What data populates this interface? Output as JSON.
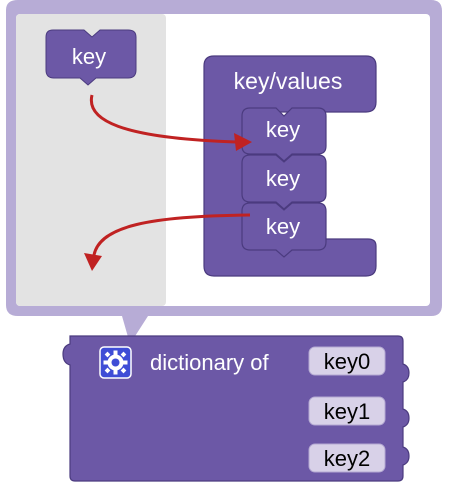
{
  "mutator": {
    "palette": {
      "key_block_label": "key"
    },
    "container": {
      "title": "key/values",
      "items": [
        {
          "label": "key"
        },
        {
          "label": "key"
        },
        {
          "label": "key"
        }
      ]
    }
  },
  "dictionary_block": {
    "label": "dictionary of",
    "settings_icon": "gear-icon",
    "inputs": [
      {
        "label": "key0"
      },
      {
        "label": "key1"
      },
      {
        "label": "key2"
      }
    ]
  },
  "colors": {
    "block": "#6c58a6",
    "block_dark": "#4b3b7f",
    "key_slot": "#d8d1e8",
    "bubble_border": "#b7acd6",
    "palette_bg": "#e3e3e3",
    "arrow": "#c02222",
    "settings_icon": "#3f4dd6"
  }
}
